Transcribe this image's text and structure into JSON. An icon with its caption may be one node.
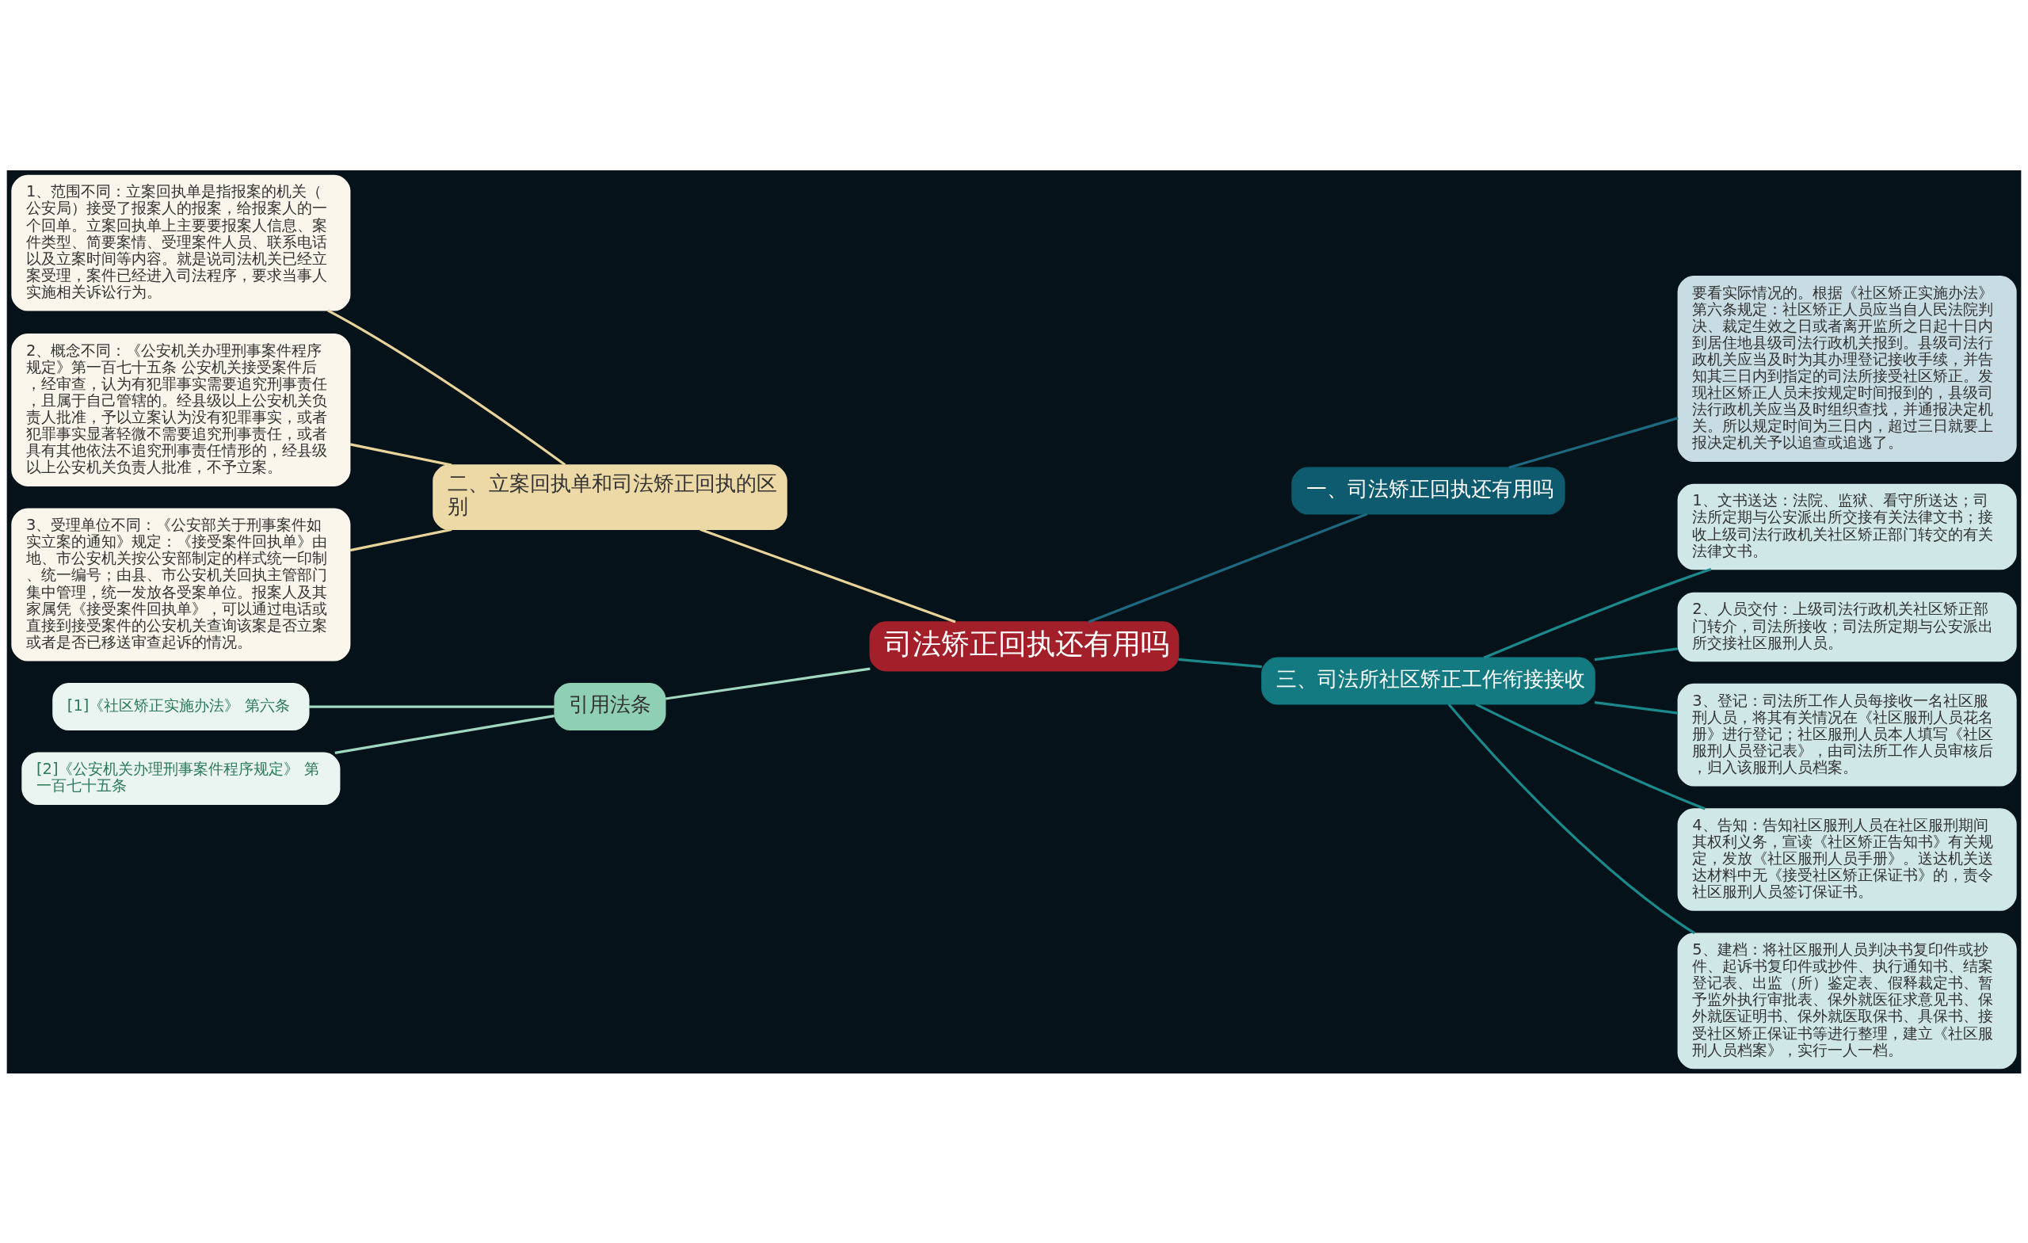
{
  "diagram": {
    "nodes": [
      {
        "text": [
          "司法矫正回执还有用吗"
        ]
      },
      {
        "text": [
          "二、立案回执单和司法矫正回执的区别"
        ]
      },
      {
        "text": [
          "1、范围不同：立案回执单是指报案的机关（公安局）接受了报案人的报案，给报案人的一个回单。立案回执单上主要要报案人信息、案件类型、简要案情、受理案件人员、联系电话以及立案时间等内容。就是说司法机关已经立案受理，案件已经进入司法程序，要求当事人实施相关诉讼行为。"
        ]
      },
      {
        "text": [
          "2、概念不同：《公安机关办理刑事案件程序规定》第一百七十五条 公安机关接受案件后，经审查，认为有犯罪事实需要追究刑事责任，且属于自己管辖的。经县级以上公安机关负责人批准，予以立案认为没有犯罪事实，或者犯罪事实显著轻微不需要追究刑事责任，或者具有其他依法不追究刑事责任情形的，经县级以上公安机关负责人批准，不予立案。"
        ]
      },
      {
        "text": [
          "3、受理单位不同：《公安部关于刑事案件如实立案的通知》规定：《接受案件回执单》由地、市公安机关按公安部制定的样式统一印制、统一编号；由县、市公安机关回执主管部门集中管理，统一发放各受案单位。报案人及其家属凭《接受案件回执单》，可以通过电话或直接到接受案件的公安机关查询该案是否立案或者是否已移送审查起诉的情况。"
        ]
      },
      {
        "text": [
          "引用法条"
        ]
      },
      {
        "text": [
          "[1]《社区矫正实施办法》 第六条"
        ]
      },
      {
        "text": [
          "[2]《公安机关办理刑事案件程序规定》 第一百七十五条"
        ]
      },
      {
        "text": [
          "一、司法矫正回执还有用吗"
        ]
      },
      {
        "text": [
          "要看实际情况的。根据《社区矫正实施办法》第六条规定：社区矫正人员应当自人民法院判决、裁定生效之日或者离开监所之日起十日内到居住地县级司法行政机关报到。县级司法行政机关应当及时为其办理登记接收手续，并告知其三日内到指定的司法所接受社区矫正。发现社区矫正人员未按规定时间报到的，县级司法行政机关应当及时组织查找，并通报决定机关。所以规定时间为三日内，超过三日就要上报决定机关予以追查或追逃了。"
        ]
      },
      {
        "text": [
          "三、司法所社区矫正工作衔接接收"
        ]
      },
      {
        "text": [
          "1、文书送达：法院、监狱、看守所送达；司法所定期与公安派出所交接有关法律文书；接收上级司法行政机关社区矫正部门转交的有关法律文书。"
        ]
      },
      {
        "text": [
          "2、人员交付：上级司法行政机关社区矫正部门转介，司法所接收；司法所定期与公安派出所交接社区服刑人员。"
        ]
      },
      {
        "text": [
          "3、登记：司法所工作人员每接收一名社区服刑人员，将其有关情况在《社区服刑人员花名册》进行登记；社区服刑人员本人填写《社区服刑人员登记表》，由司法所工作人员审核后，归入该服刑人员档案。"
        ]
      },
      {
        "text": [
          "4、告知：告知社区服刑人员在社区服刑期间其权利义务，宣读《社区矫正告知书》有关规定，发放《社区服刑人员手册》。送达机关送达材料中无《接受社区矫正保证书》的，责令社区服刑人员签订保证书。"
        ]
      },
      {
        "text": [
          "5、建档：将社区服刑人员判决书复印件或抄件、起诉书复印件或抄件、执行通知书、结案登记表、出监（所）鉴定表、假释裁定书、暂予监外执行审批表、保外就医征求意见书、保外就医证明书、保外就医取保书、具保书、接受社区矫正保证书等进行整理，建立《社区服刑人员档案》，实行一人一档。"
        ]
      }
    ],
    "edges": [
      {
        "from": 0,
        "to": 1,
        "arrow": "none",
        "color": "#e8d49a"
      },
      {
        "from": 1,
        "to": 2,
        "arrow": "none",
        "color": "#e8d49a"
      },
      {
        "from": 1,
        "to": 3,
        "arrow": "none",
        "color": "#e8d49a"
      },
      {
        "from": 1,
        "to": 4,
        "arrow": "none",
        "color": "#e8d49a"
      },
      {
        "from": 0,
        "to": 5,
        "arrow": "none",
        "color": "#a0d8c0"
      },
      {
        "from": 5,
        "to": 6,
        "arrow": "none",
        "color": "#a0d8c0"
      },
      {
        "from": 5,
        "to": 7,
        "arrow": "none",
        "color": "#a0d8c0"
      },
      {
        "from": 0,
        "to": 8,
        "arrow": "none",
        "color": "#1d6a80"
      },
      {
        "from": 8,
        "to": 9,
        "arrow": "none",
        "color": "#1d6a80"
      },
      {
        "from": 0,
        "to": 10,
        "arrow": "none",
        "color": "#1a8a8c"
      },
      {
        "from": 10,
        "to": 11,
        "arrow": "none",
        "color": "#1a8a8c"
      },
      {
        "from": 10,
        "to": 12,
        "arrow": "none",
        "color": "#1a8a8c"
      },
      {
        "from": 10,
        "to": 13,
        "arrow": "none",
        "color": "#1a8a8c"
      },
      {
        "from": 10,
        "to": 14,
        "arrow": "none",
        "color": "#1a8a8c"
      },
      {
        "from": 10,
        "to": 15,
        "arrow": "none",
        "color": "#1a8a8c"
      }
    ]
  }
}
